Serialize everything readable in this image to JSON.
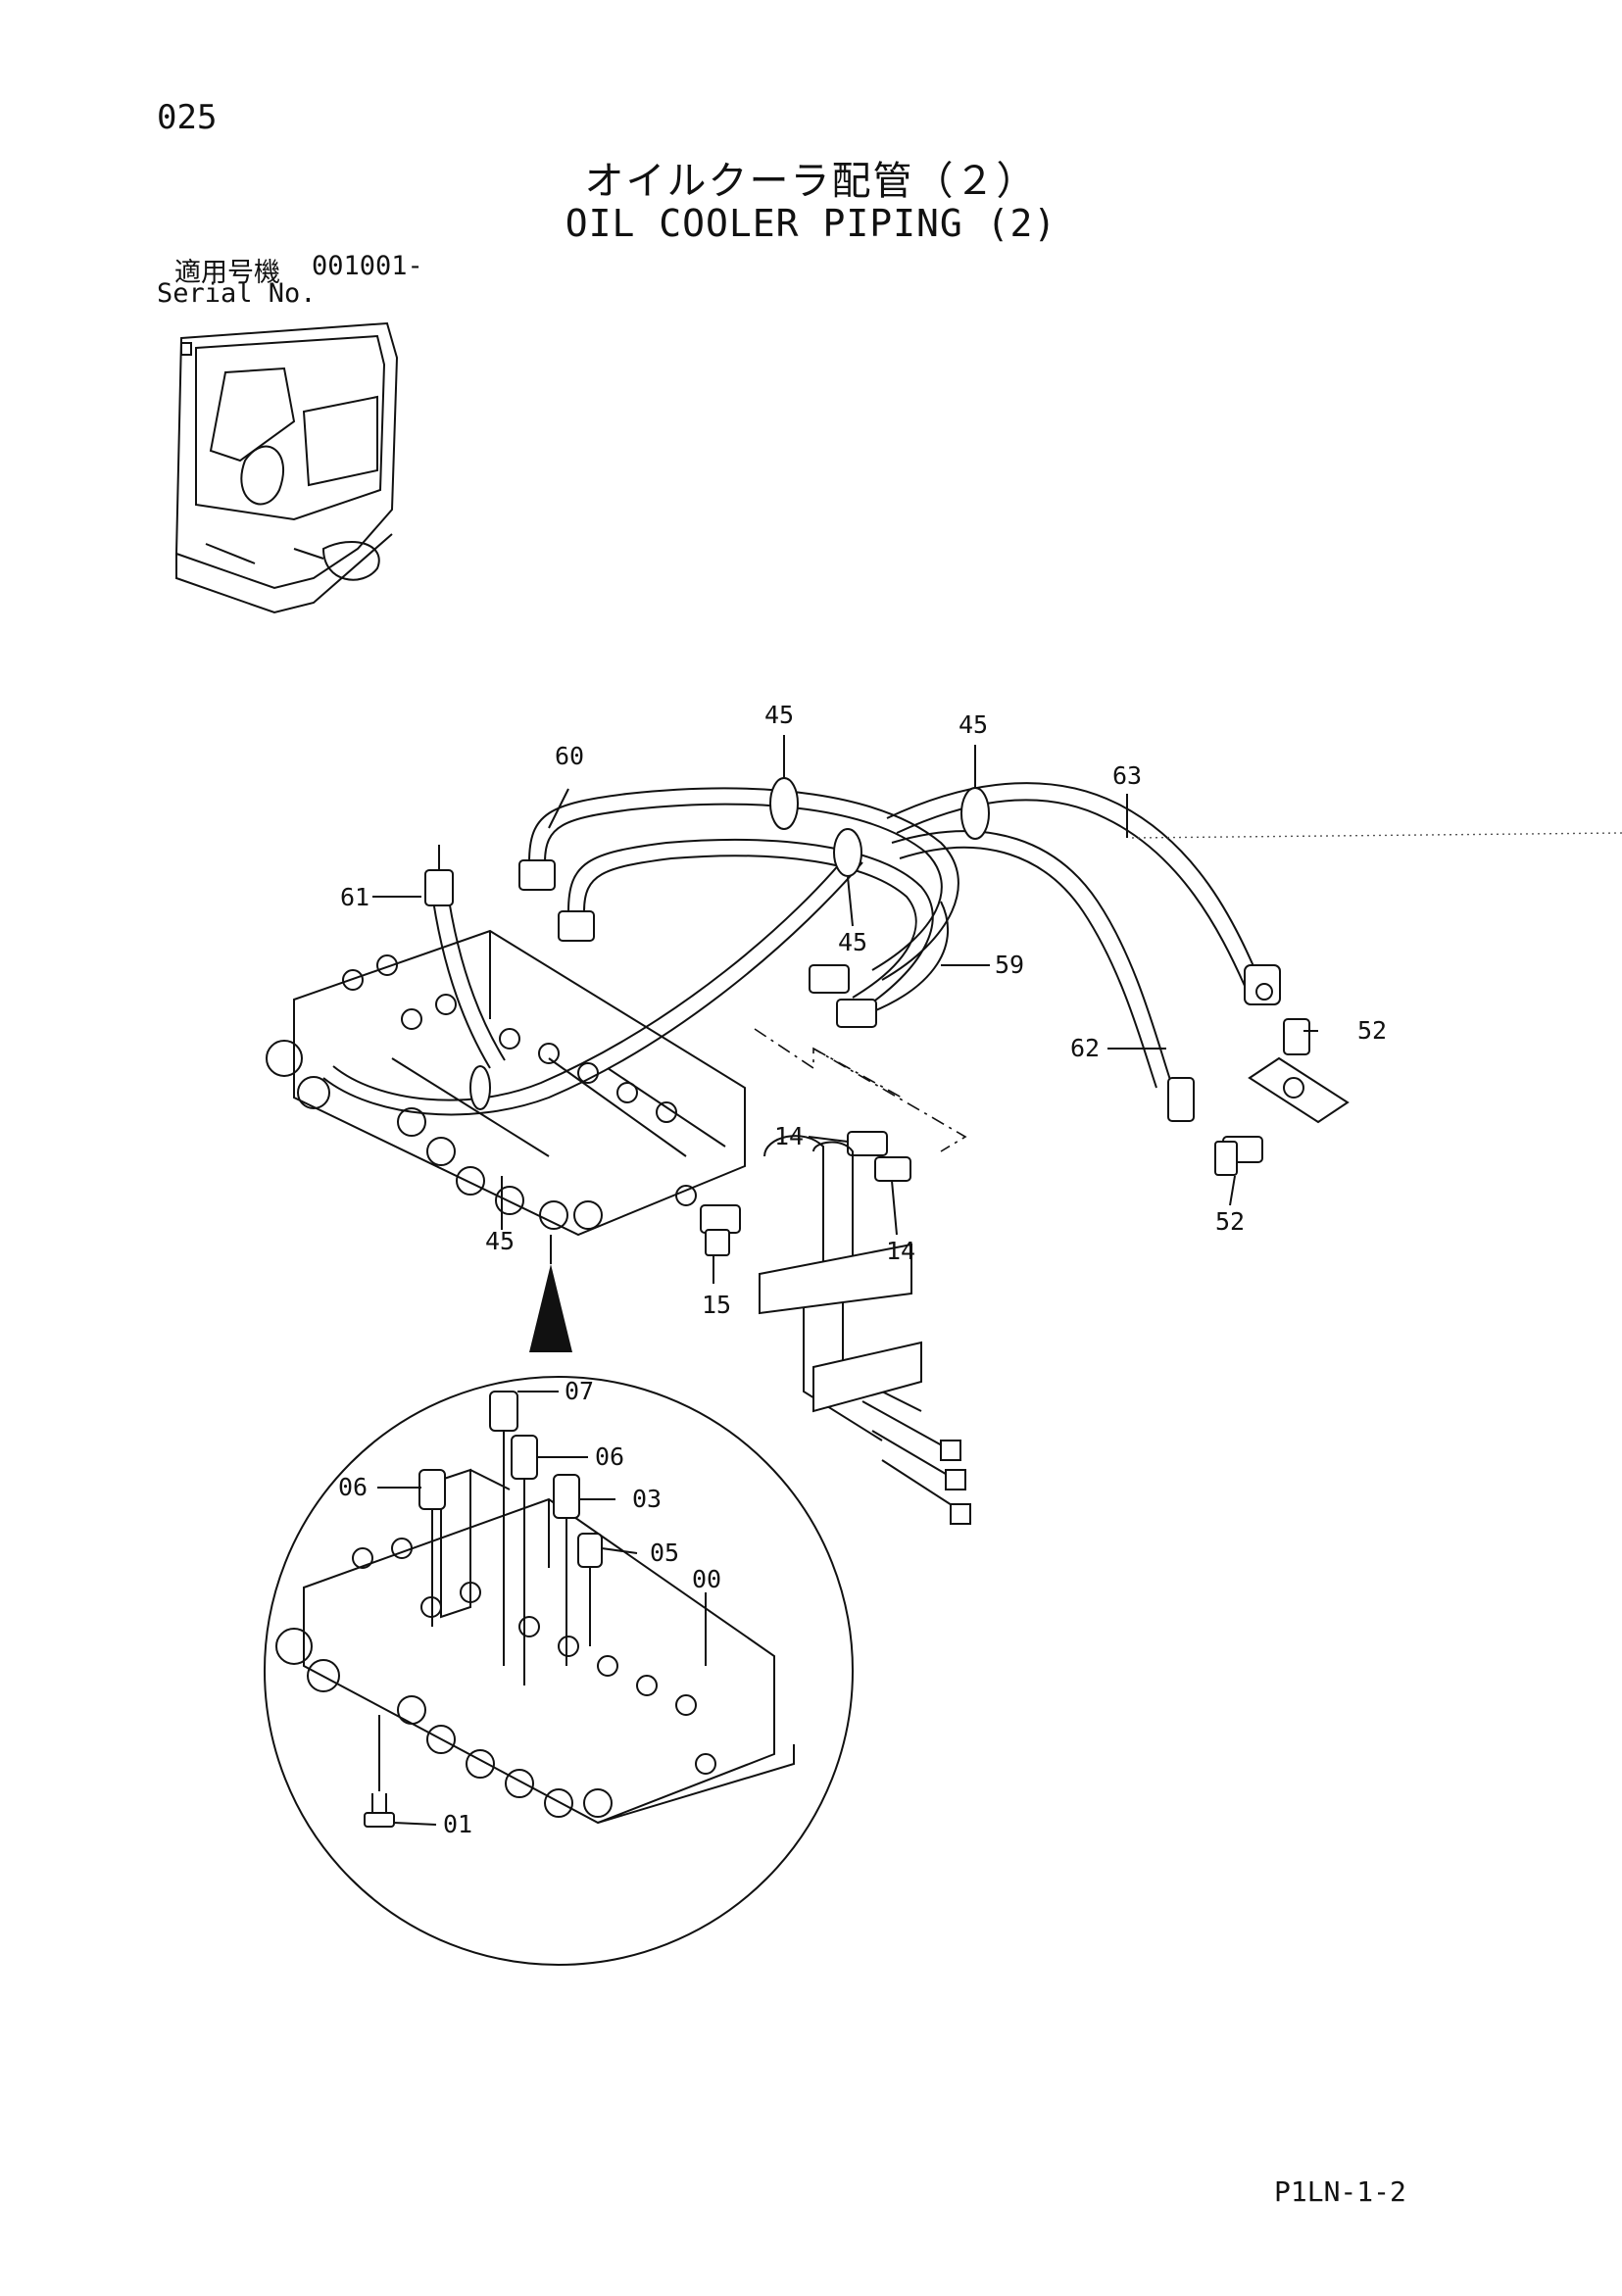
{
  "header": {
    "page_number": "025",
    "title_jp": "オイルクーラ配管（２）",
    "title_en": "OIL COOLER PIPING (2)",
    "serial_label_jp": "適用号機",
    "serial_number": "001001-",
    "serial_label_en": "Serial No."
  },
  "callouts": {
    "c45_top_a": "45",
    "c45_top_b": "45",
    "c60": "60",
    "c63": "63",
    "c61": "61",
    "c45_mid": "45",
    "c59": "59",
    "c52_top": "52",
    "c62": "62",
    "c14_left": "14",
    "c14_right": "14",
    "c52_bottom": "52",
    "c45_bottom": "45",
    "c15": "15",
    "d07": "07",
    "d06_right": "06",
    "d06_left": "06",
    "d03": "03",
    "d05": "05",
    "d00": "00",
    "d01": "01"
  },
  "footer": {
    "sheet_code": "P1LN-1-2"
  }
}
